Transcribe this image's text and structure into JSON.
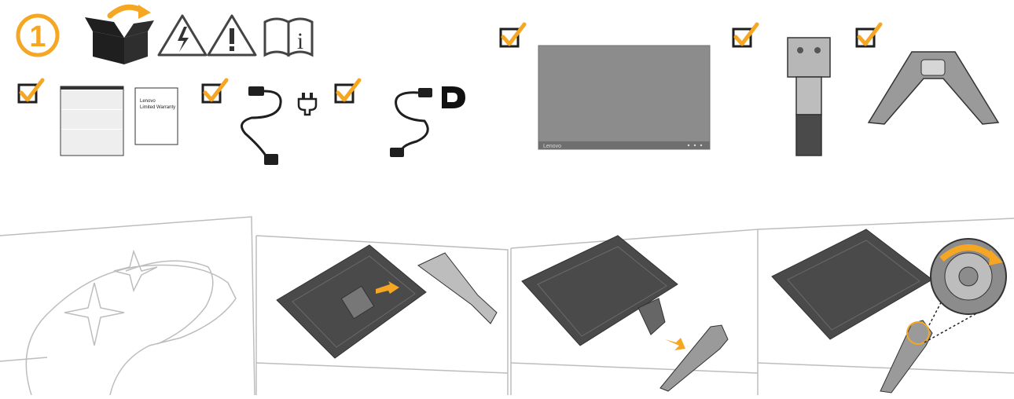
{
  "step": {
    "number": "1"
  },
  "colors": {
    "accent": "#f5a623",
    "dark": "#1f1f1f",
    "panel": "#8c8c8c",
    "panel_dark": "#4a4a4a",
    "line": "#bdbdbd"
  },
  "icons": [
    "unboxing-icon",
    "electric-hazard-icon",
    "warning-icon",
    "info-manual-icon",
    "checkbox-check-icon",
    "power-plug-icon",
    "displayport-icon"
  ],
  "package": {
    "warranty_booklet": {
      "line1": "Lenovo",
      "line2": "Limited Warranty"
    },
    "monitor": {
      "brand": "Lenovo"
    }
  },
  "assembly_panels": [
    "clean-screen",
    "attach-stand",
    "attach-base",
    "tighten-screw"
  ]
}
